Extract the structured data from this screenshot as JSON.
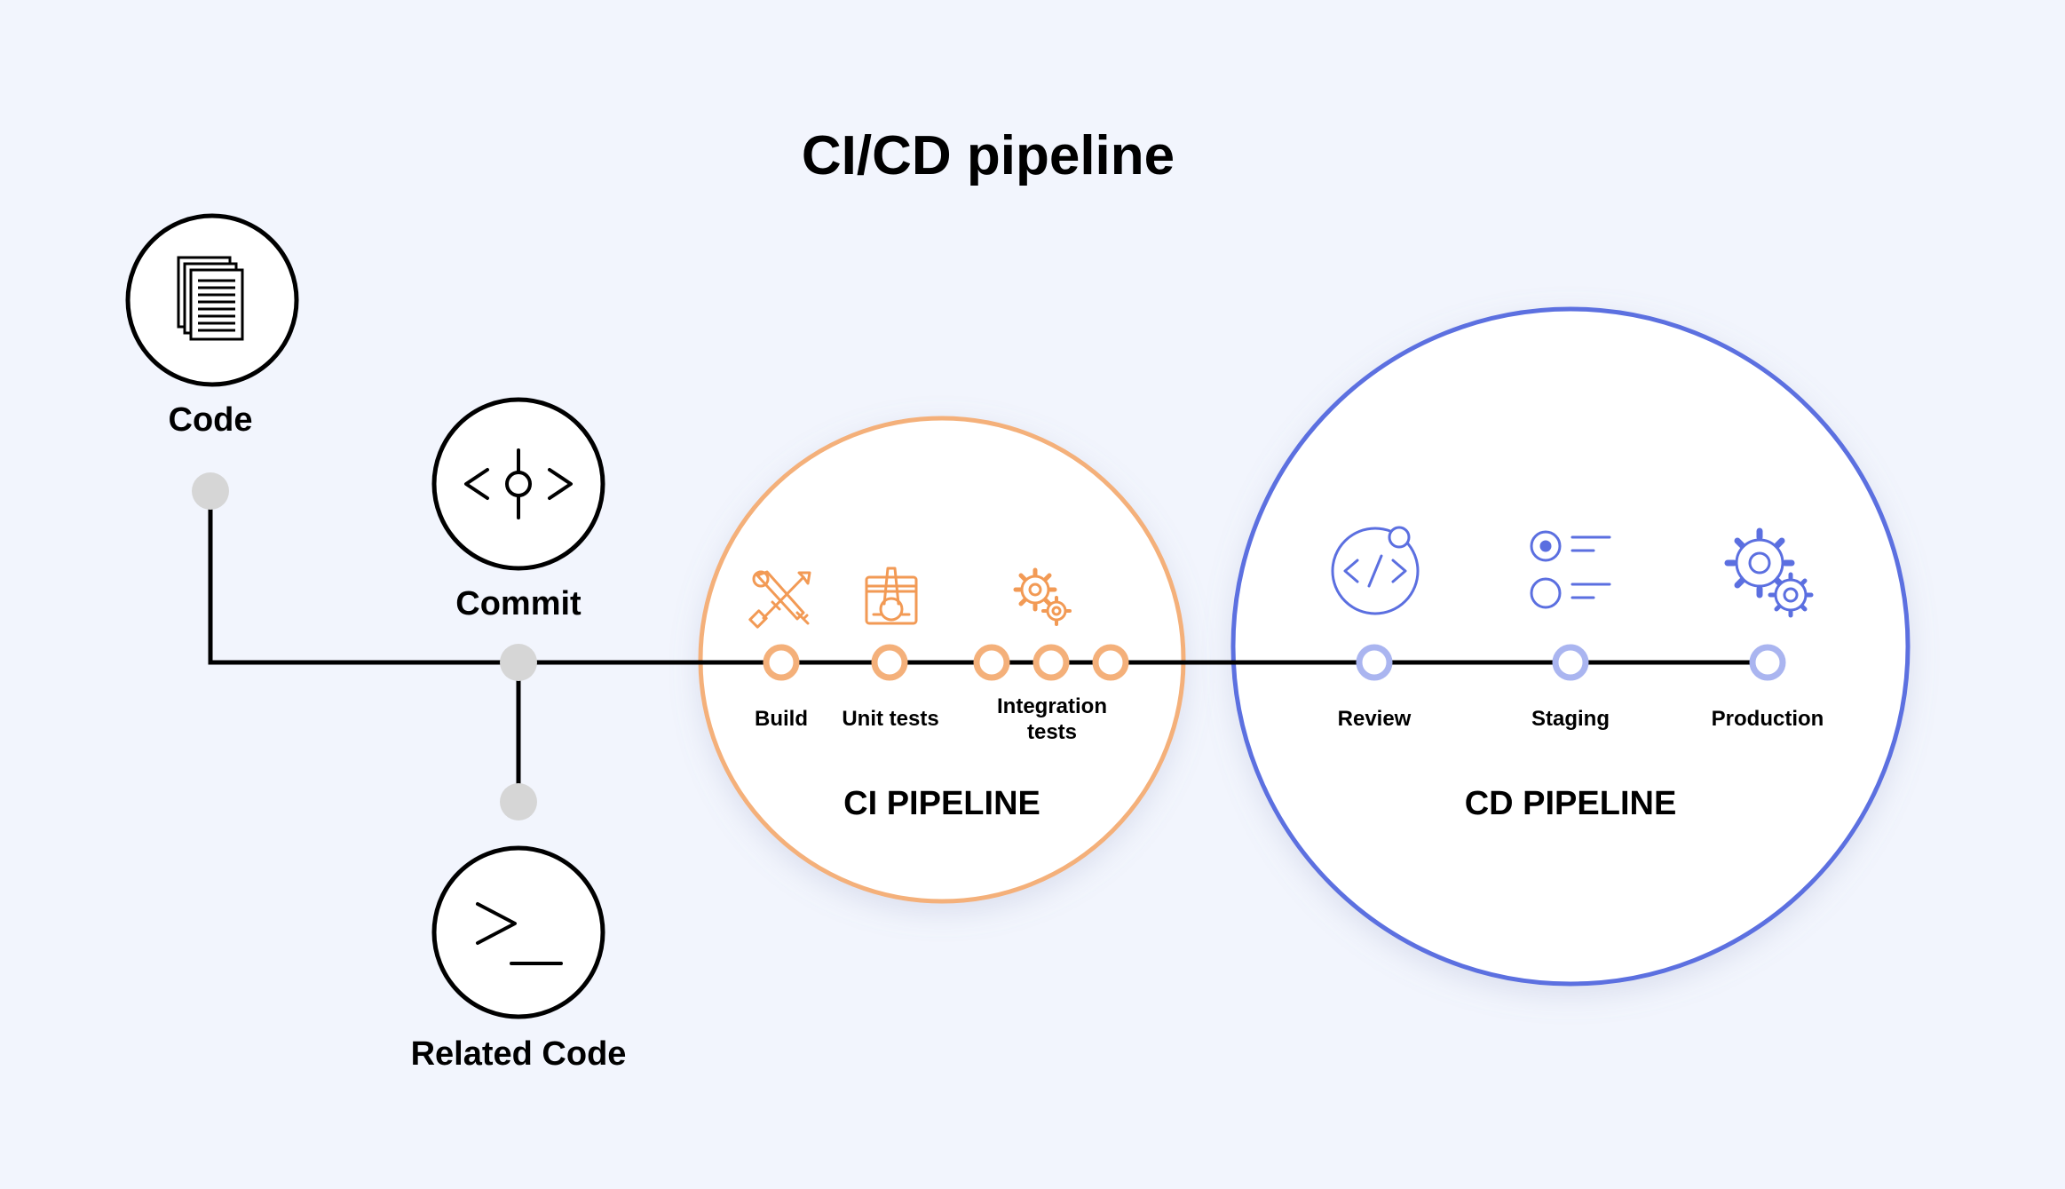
{
  "title": "CI/CD pipeline",
  "nodes": {
    "code": "Code",
    "commit": "Commit",
    "related_code": "Related Code"
  },
  "ci": {
    "name": "CI PIPELINE",
    "accent": "#f4b07a",
    "stages": {
      "build": "Build",
      "unit_tests": "Unit tests",
      "integration_tests": "Integration\ntests"
    }
  },
  "cd": {
    "name": "CD PIPELINE",
    "accent": "#5b6fe0",
    "stages": {
      "review": "Review",
      "staging": "Staging",
      "production": "Production"
    }
  },
  "icons": {
    "code": "documents-icon",
    "commit": "commit-icon",
    "related_code": "terminal-icon",
    "build": "tools-icon",
    "unit_tests": "test-tube-window-icon",
    "integration_tests": "gears-icon",
    "review": "code-review-icon",
    "staging": "checklist-icon",
    "production": "gears-icon"
  }
}
